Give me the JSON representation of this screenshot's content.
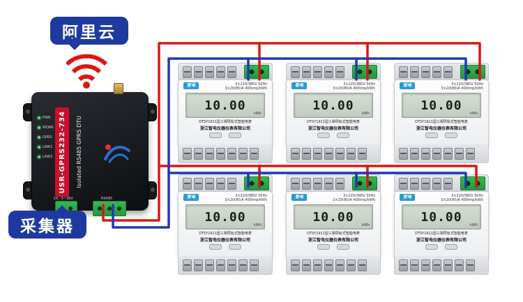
{
  "labels": {
    "cloud": "阿里云",
    "collector": "采集器"
  },
  "colors": {
    "wire_red": "#de1512",
    "wire_blue": "#2038b0",
    "bubble_blue": "#1e3a9f",
    "terminal_green": "#2fae4a"
  },
  "dtu": {
    "model": "USR-GPRS232-734",
    "subtitle": "Isolated RS485 GPRS DTU",
    "led_labels": [
      "PWR",
      "WORK",
      "GPRS",
      "LINK1",
      "LINK2"
    ],
    "power_label": "DC: 5~36V",
    "port_label": "RS485"
  },
  "meter": {
    "brand": "智电",
    "spec_line1": "3×220/380V 50Hz",
    "spec_line2": "3×20(80)A 400imp/kWh",
    "display_value": "10.00",
    "display_unit": "kWh",
    "model_line": "DTSY1911型三相导轨式智能电表",
    "company_line": "浙江智电仪器仪表有限公司"
  }
}
